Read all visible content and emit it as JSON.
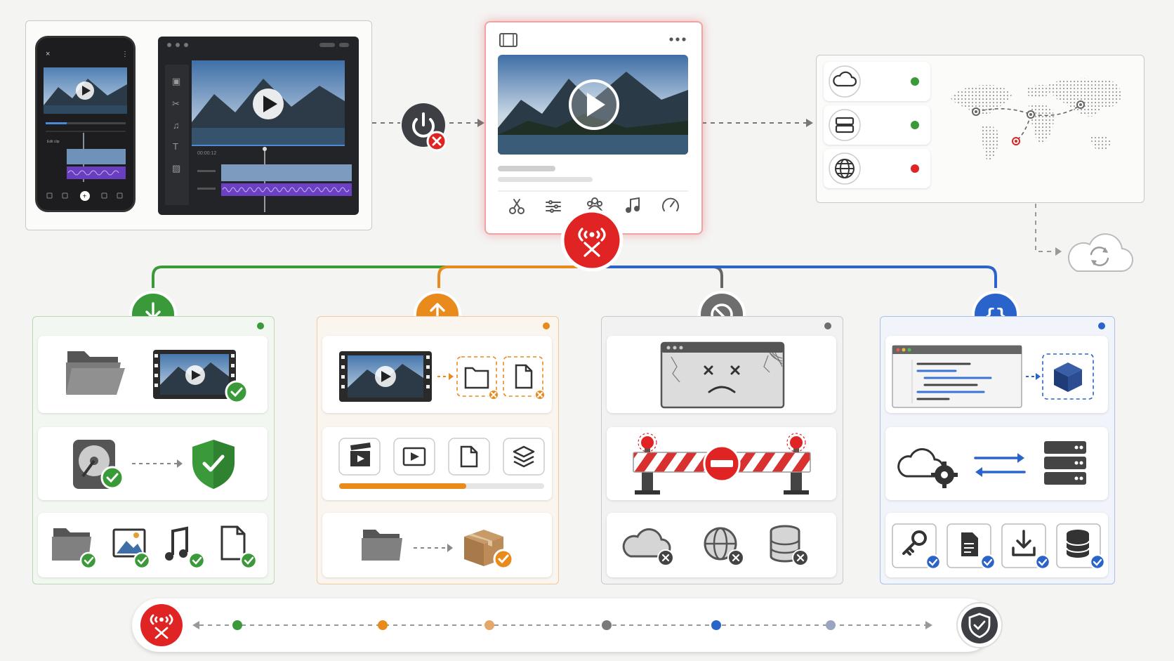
{
  "colors": {
    "green": "#3a9a3a",
    "orange": "#e98a1d",
    "gray": "#6e6e6e",
    "blue": "#2a63c9",
    "red": "#e02424",
    "ok": "#3a9a3a"
  },
  "top": {
    "phone_mockup_text": "Edit clip",
    "desktop_timecode": "00:00:12",
    "power_icon": "power-offline-icon",
    "player_toolbar": [
      "scissors-icon",
      "sliders-icon",
      "people-icon",
      "music-icon",
      "gauge-icon"
    ],
    "status_rows": [
      {
        "icon": "cloud-icon",
        "status": "online",
        "color": "#3a9a3a"
      },
      {
        "icon": "server-icon",
        "status": "online",
        "color": "#3a9a3a"
      },
      {
        "icon": "globe-icon",
        "status": "offline",
        "color": "#e02424"
      }
    ]
  },
  "branches": [
    {
      "name": "download",
      "color": "#3a9a3a",
      "icon": "download-icon"
    },
    {
      "name": "upload",
      "color": "#e98a1d",
      "icon": "upload-icon"
    },
    {
      "name": "blocked",
      "color": "#6e6e6e",
      "icon": "no-entry-icon"
    },
    {
      "name": "api",
      "color": "#2a63c9",
      "icon": "braces-icon",
      "label": "{}"
    }
  ],
  "progress_fraction": 0.62,
  "timeline_dots": [
    "#3a9a3a",
    "#e98a1d",
    "#e3a86b",
    "#7a7a7a",
    "#2a63c9",
    "#9aa6bf"
  ]
}
